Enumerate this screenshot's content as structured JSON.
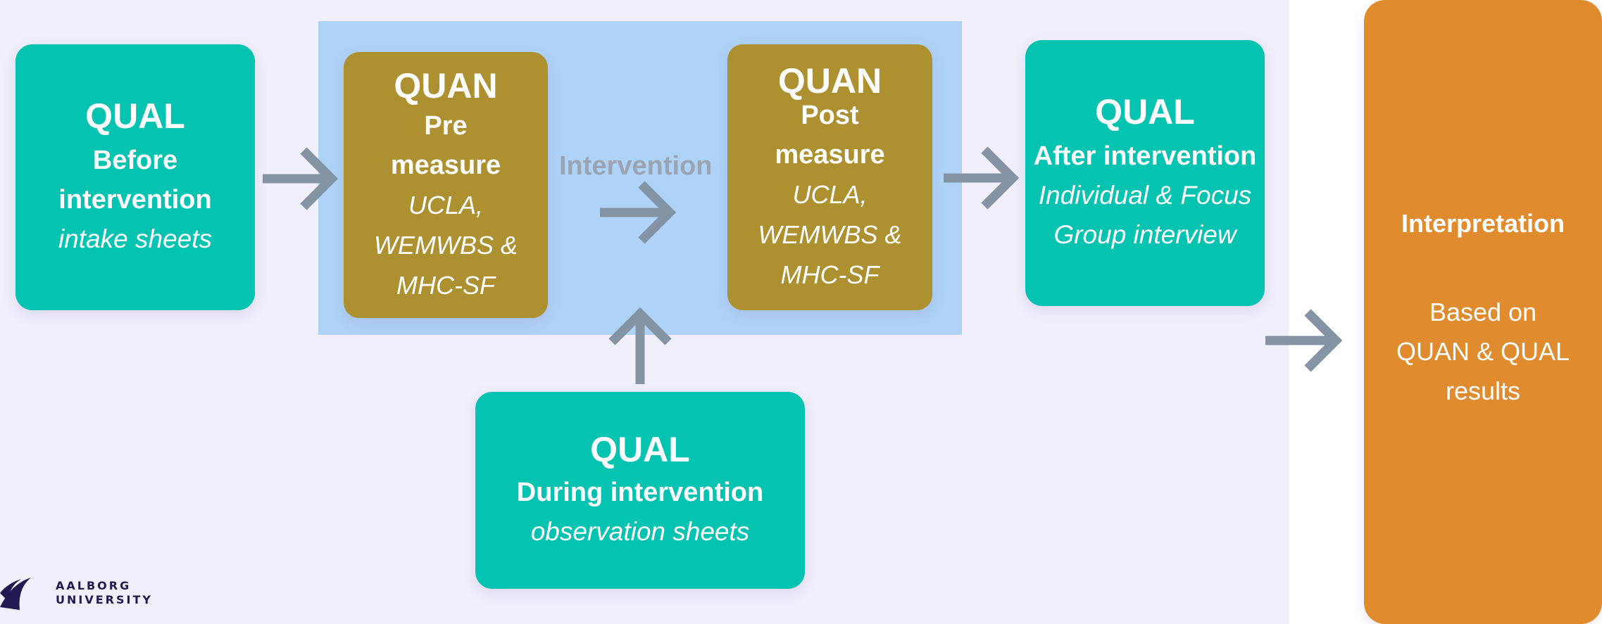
{
  "colors": {
    "background": "#f0effb",
    "quan_region": "#afd3f7",
    "qual_box": "#05c3b1",
    "quan_box": "#ad9130",
    "interpretation_box": "#e08c2e",
    "arrow": "#8594a5"
  },
  "boxes": {
    "qual_before": {
      "title": "QUAL",
      "line1": "Before",
      "line2": "intervention",
      "line3": "intake sheets"
    },
    "quan_pre": {
      "title": "QUAN",
      "line1": "Pre",
      "line2": "measure",
      "line3": "UCLA,",
      "line4": "WEMWBS &",
      "line5": "MHC-SF"
    },
    "quan_post": {
      "title": "QUAN",
      "line1": "Post",
      "line2": "measure",
      "line3": "UCLA,",
      "line4": "WEMWBS &",
      "line5": "MHC-SF"
    },
    "qual_after": {
      "title": "QUAL",
      "line1": "After intervention",
      "line2": "Individual & Focus",
      "line3": "Group interview"
    },
    "qual_during": {
      "title": "QUAL",
      "line1": "During intervention",
      "line2": "observation sheets"
    },
    "interpretation": {
      "title": "Interpretation",
      "line1": "Based on",
      "line2": "QUAN & QUAL",
      "line3": "results"
    }
  },
  "intervention_label": "Intervention",
  "logo": {
    "line1": "AALBORG",
    "line2": "UNIVERSITY"
  }
}
